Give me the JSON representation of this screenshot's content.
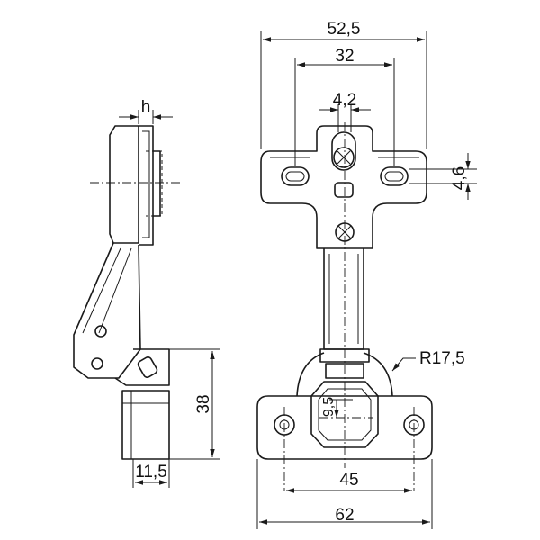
{
  "dimensions": {
    "overall_plate_width": "52,5",
    "slot_spacing": "32",
    "slot_width": "4,2",
    "slot_height": "4,6",
    "radius": "R17,5",
    "cup_offset": "9,5",
    "base_hole_spacing": "45",
    "base_width": "62",
    "side_height": "38",
    "side_depth": "11,5",
    "overlay": "h"
  },
  "colors": {
    "line": "#1a1a1a",
    "background": "#ffffff"
  }
}
